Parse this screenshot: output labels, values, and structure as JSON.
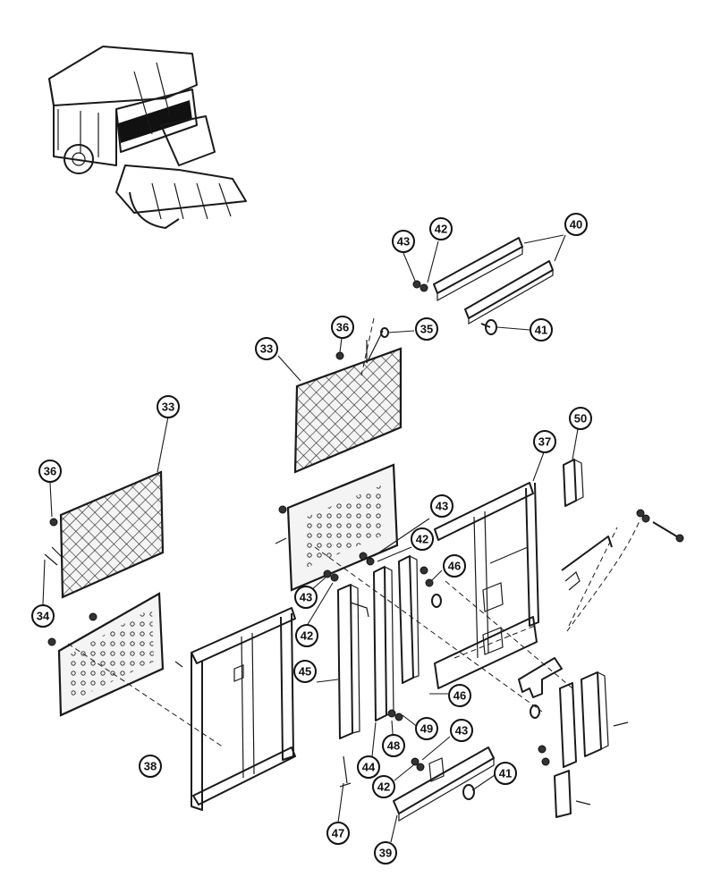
{
  "diagram": {
    "footer_code": "",
    "callouts": [
      {
        "id": "c43a",
        "label": "43"
      },
      {
        "id": "c42a",
        "label": "42"
      },
      {
        "id": "c40",
        "label": "40"
      },
      {
        "id": "c36a",
        "label": "36"
      },
      {
        "id": "c35",
        "label": "35"
      },
      {
        "id": "c41a",
        "label": "41"
      },
      {
        "id": "c33a",
        "label": "33"
      },
      {
        "id": "c33b",
        "label": "33"
      },
      {
        "id": "c50",
        "label": "50"
      },
      {
        "id": "c37",
        "label": "37"
      },
      {
        "id": "c36b",
        "label": "36"
      },
      {
        "id": "c43b",
        "label": "43"
      },
      {
        "id": "c42b",
        "label": "42"
      },
      {
        "id": "c46a",
        "label": "46"
      },
      {
        "id": "c34",
        "label": "34"
      },
      {
        "id": "c43c",
        "label": "43"
      },
      {
        "id": "c42c",
        "label": "42"
      },
      {
        "id": "c45",
        "label": "45"
      },
      {
        "id": "c46b",
        "label": "46"
      },
      {
        "id": "c49",
        "label": "49"
      },
      {
        "id": "c48",
        "label": "48"
      },
      {
        "id": "c43d",
        "label": "43"
      },
      {
        "id": "c38",
        "label": "38"
      },
      {
        "id": "c44",
        "label": "44"
      },
      {
        "id": "c41b",
        "label": "41"
      },
      {
        "id": "c42d",
        "label": "42"
      },
      {
        "id": "c47",
        "label": "47"
      },
      {
        "id": "c39",
        "label": "39"
      }
    ]
  }
}
